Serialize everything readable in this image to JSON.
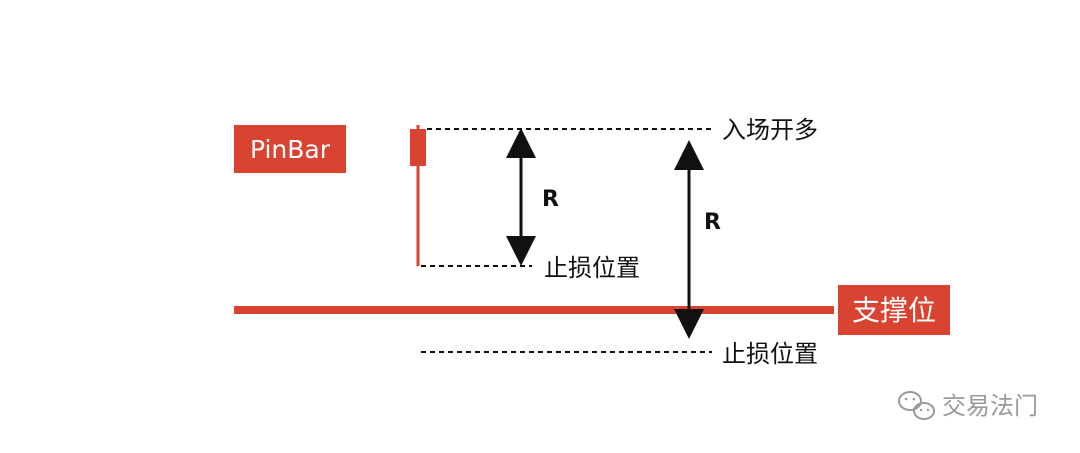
{
  "pinbar_label": "PinBar",
  "support_label": "支撑位",
  "entry_label": "入场开多",
  "stop_label_upper": "止损位置",
  "stop_label_lower": "止损位置",
  "risk_label_short": "R",
  "risk_label_long": "R",
  "watermark": "交易法门",
  "colors": {
    "accent_red": "#d94332",
    "line": "#111111",
    "text": "#111111",
    "watermark": "#9a9a9a"
  },
  "icons": {
    "watermark_icon": "wechat-icon"
  }
}
